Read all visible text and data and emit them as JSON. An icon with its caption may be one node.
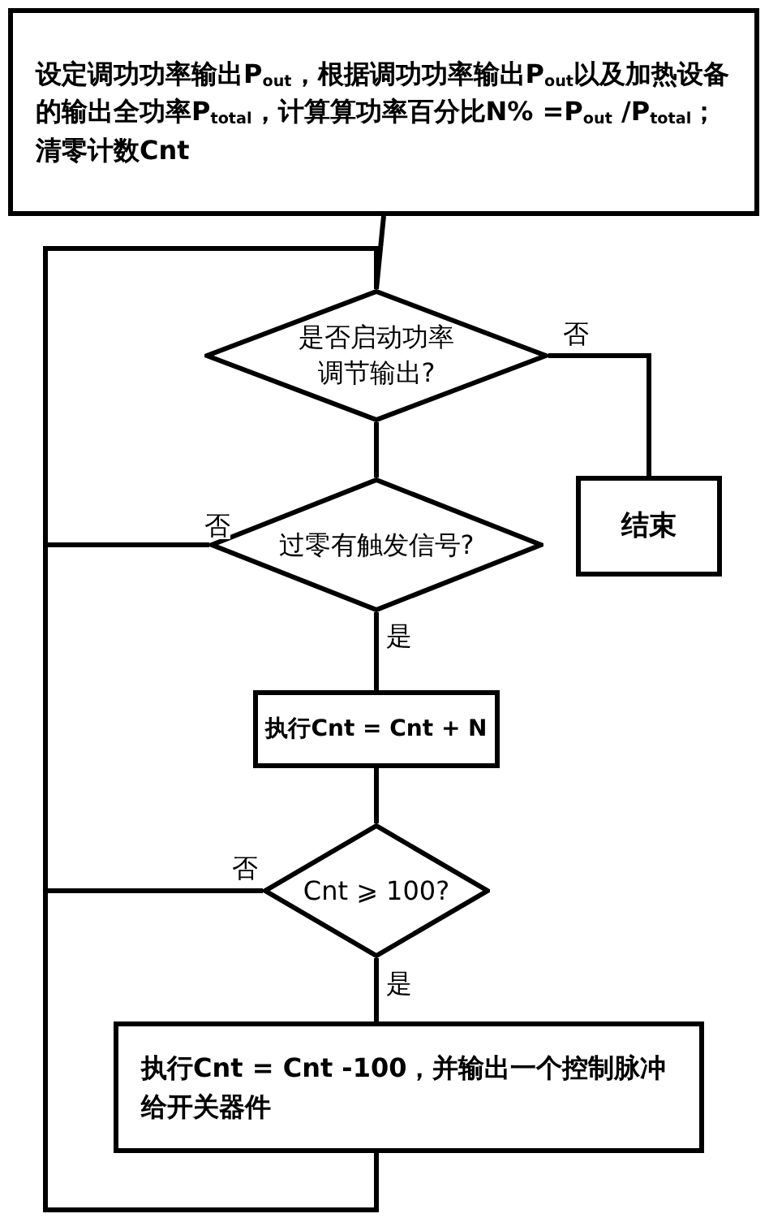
{
  "diagram": {
    "nodes": [
      {
        "text": [
          "设定调功功率输出P$_{out}$，根据调功功率输出P$_{out}$以及加热设备的输出全功率**P**$_{total}$，计算算功率百分比N% =**P**$_{out}$ /**P**$_{total}$；清零计数Cnt"
        ]
      },
      {
        "text": [
          "是否启动功率调节输出?"
        ]
      },
      {
        "text": [
          "结束"
        ]
      },
      {
        "text": [
          "过零有触发信号?"
        ]
      },
      {
        "text": [
          "执行Cnt = Cnt + N"
        ]
      },
      {
        "text": [
          "Cnt ⩾ 100?"
        ]
      },
      {
        "text": [
          "执行Cnt = Cnt -100，并输出一个控制脉冲给开关器件"
        ]
      }
    ],
    "edges": [
      {
        "from": 0,
        "to": 1,
        "arrow": "none"
      },
      {
        "from": 1,
        "to": 2,
        "arrow": "none",
        "label": "否"
      },
      {
        "from": 1,
        "to": 3,
        "arrow": "none"
      },
      {
        "from": 3,
        "to": 1,
        "arrow": "none",
        "label": "否"
      },
      {
        "from": 3,
        "to": 4,
        "arrow": "none",
        "label": "是"
      },
      {
        "from": 4,
        "to": 5,
        "arrow": "none"
      },
      {
        "from": 5,
        "to": 1,
        "arrow": "none",
        "label": "否"
      },
      {
        "from": 5,
        "to": 6,
        "arrow": "none",
        "label": "是"
      },
      {
        "from": 6,
        "to": 1,
        "arrow": "none"
      }
    ]
  }
}
